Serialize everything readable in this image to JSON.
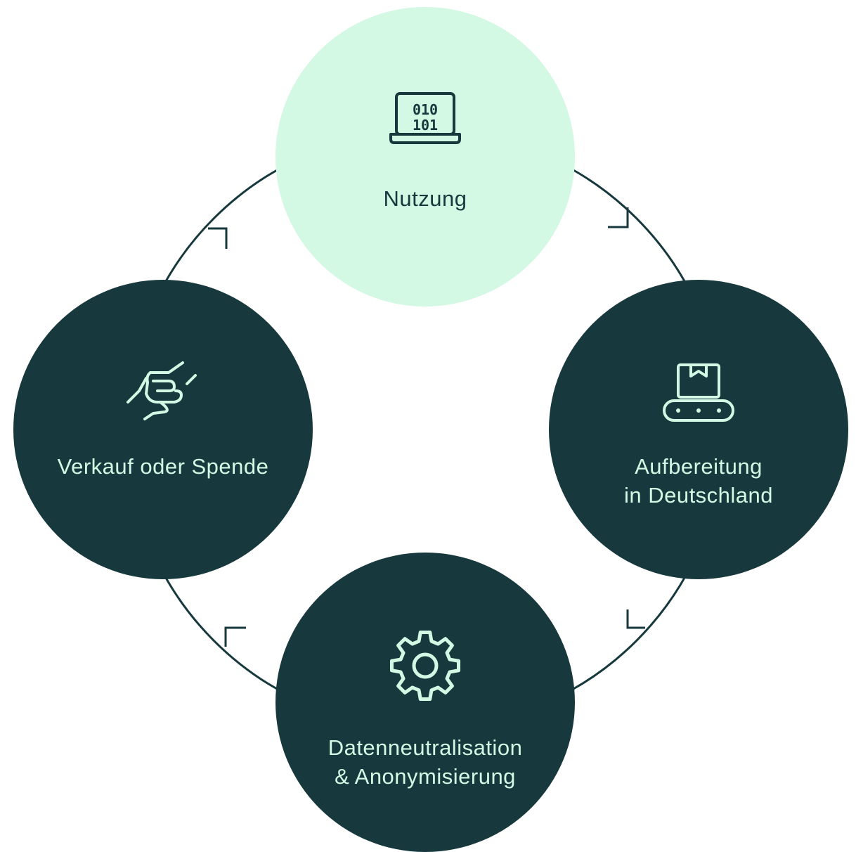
{
  "colors": {
    "dark": "#17393d",
    "light": "#d3f8e3",
    "background": "#ffffff"
  },
  "nodes": {
    "top": {
      "icon": "laptop-binary-icon",
      "lines": [
        "Nutzung"
      ]
    },
    "right": {
      "icon": "conveyor-box-icon",
      "lines": [
        "Aufbereitung",
        "in Deutschland"
      ]
    },
    "bottom": {
      "icon": "gear-icon",
      "lines": [
        "Datenneutralisation",
        "& Anonymisierung"
      ]
    },
    "left": {
      "icon": "handshake-icon",
      "lines": [
        "Verkauf oder Spende"
      ]
    }
  }
}
